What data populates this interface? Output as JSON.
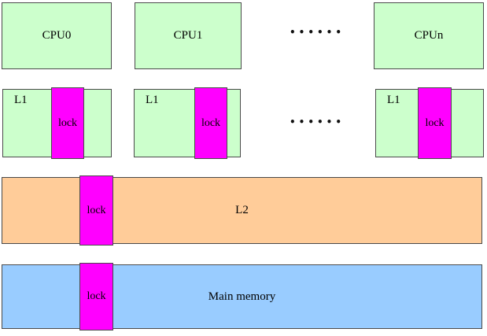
{
  "diagram": {
    "title_implicit": "Multiprocessor cache hierarchy with locks",
    "cpus": [
      {
        "label": "CPU0"
      },
      {
        "label": "CPU1"
      },
      {
        "label": "CPUn"
      }
    ],
    "ellipsis": "••••••",
    "l1_caches": [
      {
        "label": "L1",
        "lock_label": "lock"
      },
      {
        "label": "L1",
        "lock_label": "lock"
      },
      {
        "label": "L1",
        "lock_label": "lock"
      }
    ],
    "l2": {
      "label": "L2",
      "lock_label": "lock"
    },
    "main_memory": {
      "label": "Main memory",
      "lock_label": "lock"
    },
    "colors": {
      "cache_green": "#ccffcc",
      "l2_orange": "#ffcc99",
      "memory_blue": "#99ccff",
      "lock_magenta": "#ff00ff",
      "border_gray": "#4a4a4a"
    }
  }
}
